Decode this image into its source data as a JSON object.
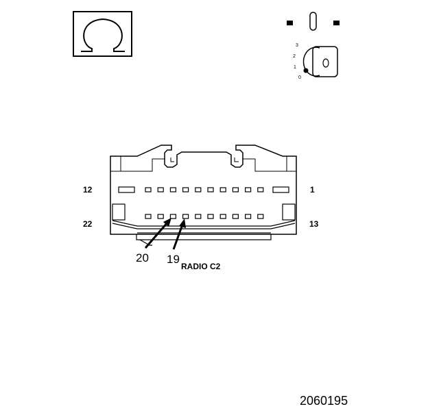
{
  "connector": {
    "name": "RADIO C2",
    "pin_labels": {
      "top_left": "12",
      "top_right": "1",
      "bottom_left": "22",
      "bottom_right": "13"
    },
    "callouts": [
      "20",
      "19"
    ]
  },
  "ignition_key": {
    "positions": [
      "3",
      "2",
      "1",
      "0"
    ]
  },
  "figure_id": "2060195"
}
